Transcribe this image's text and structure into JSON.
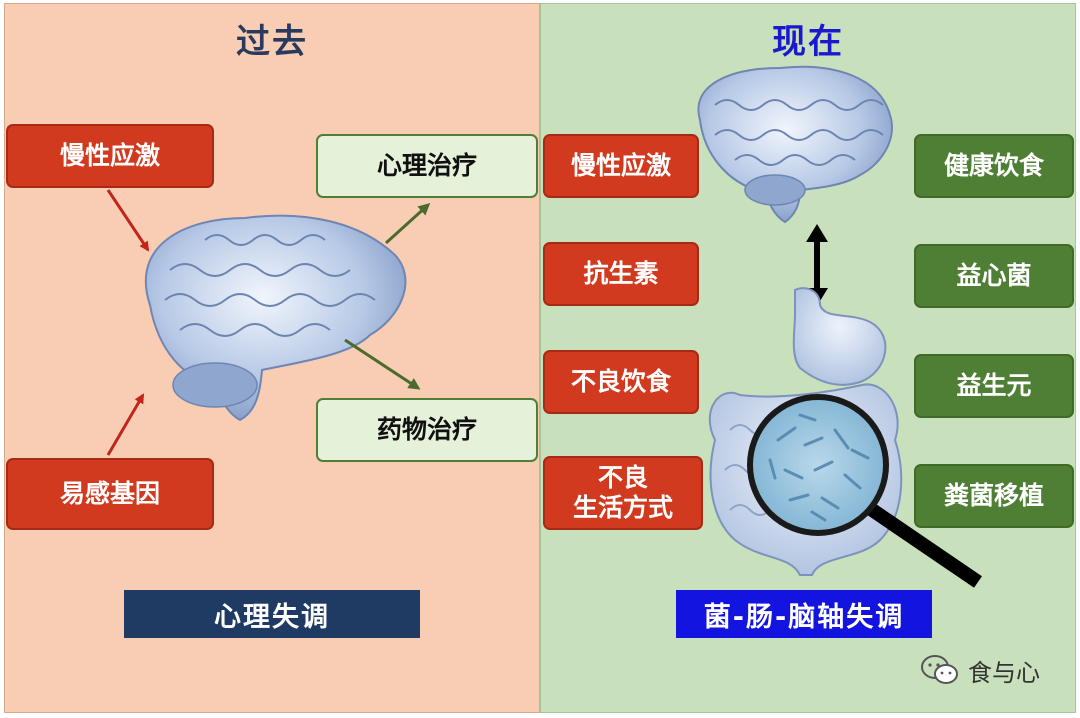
{
  "left": {
    "heading": "过去",
    "causes": [
      "慢性应激",
      "易感基因"
    ],
    "treatments": [
      "心理治疗",
      "药物治疗"
    ],
    "footer": "心理失调"
  },
  "right": {
    "heading": "现在",
    "risk_factors": [
      "慢性应激",
      "抗生素",
      "不良饮食",
      "不良\n生活方式"
    ],
    "interventions": [
      "健康饮食",
      "益心菌",
      "益生元",
      "粪菌移植"
    ],
    "footer": "菌-肠-脑轴失调"
  },
  "watermark": {
    "text": "食与心",
    "icon": "wechat-icon"
  },
  "colors": {
    "past_bg": "#f9cdb3",
    "present_bg": "#c8e0bb",
    "risk_red": "#d13a1e",
    "helper_green": "#4f7f35",
    "past_title": "#2a3a5e",
    "present_title": "#1a1acc"
  }
}
